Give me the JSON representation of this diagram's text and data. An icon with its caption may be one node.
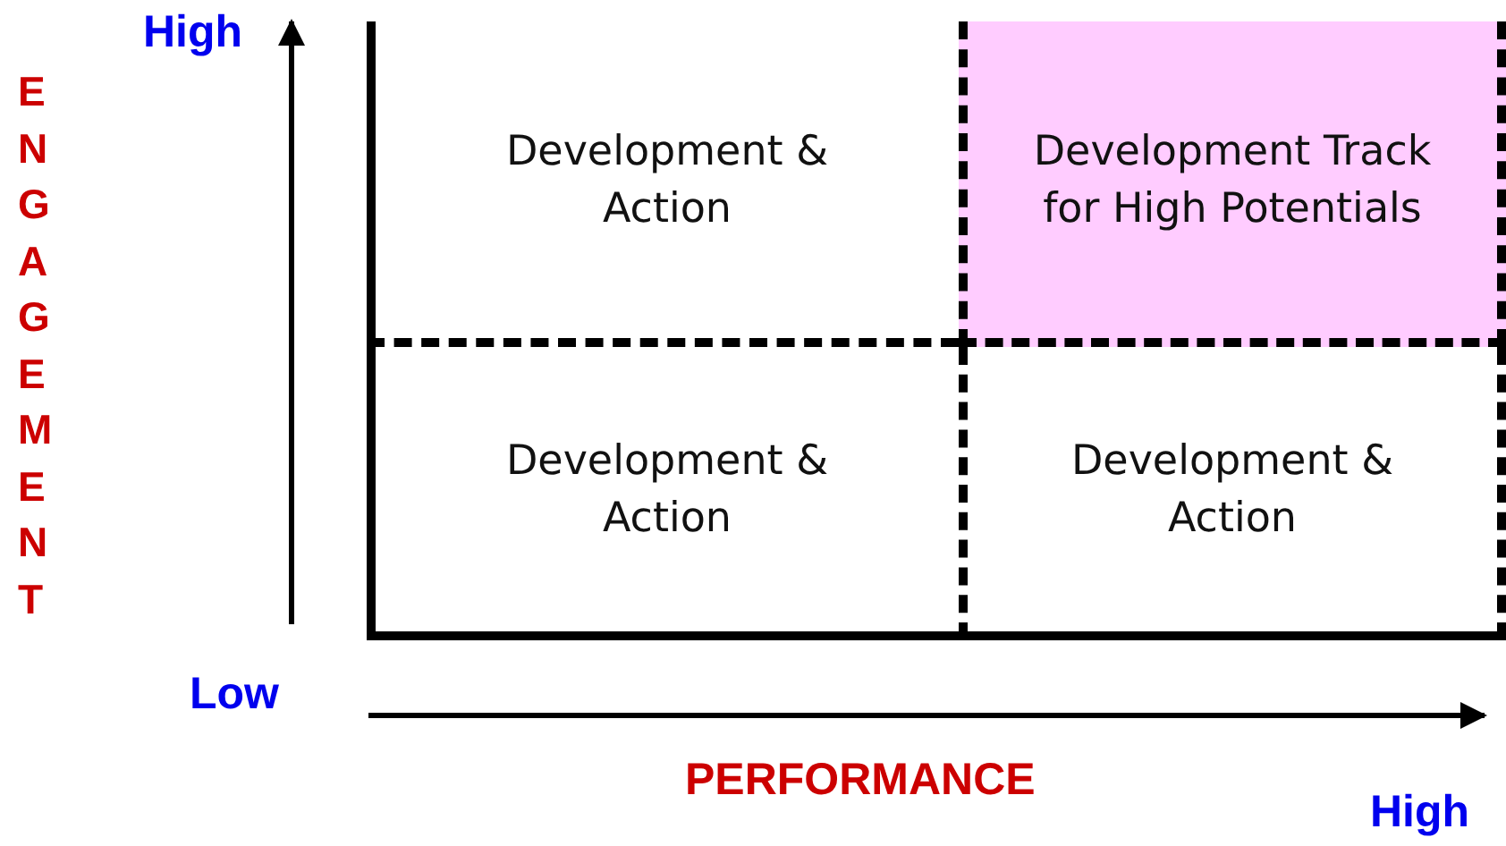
{
  "diagram": {
    "nodes": [
      {
        "text": [
          "Development & Action"
        ]
      },
      {
        "text": [
          "Development Track for High Potentials"
        ]
      },
      {
        "text": [
          "Development & Action"
        ]
      },
      {
        "text": [
          "Development & Action"
        ]
      }
    ],
    "labels": [
      "High",
      "ENGAGEMENT",
      "Low",
      "PERFORMANCE",
      "High"
    ]
  }
}
